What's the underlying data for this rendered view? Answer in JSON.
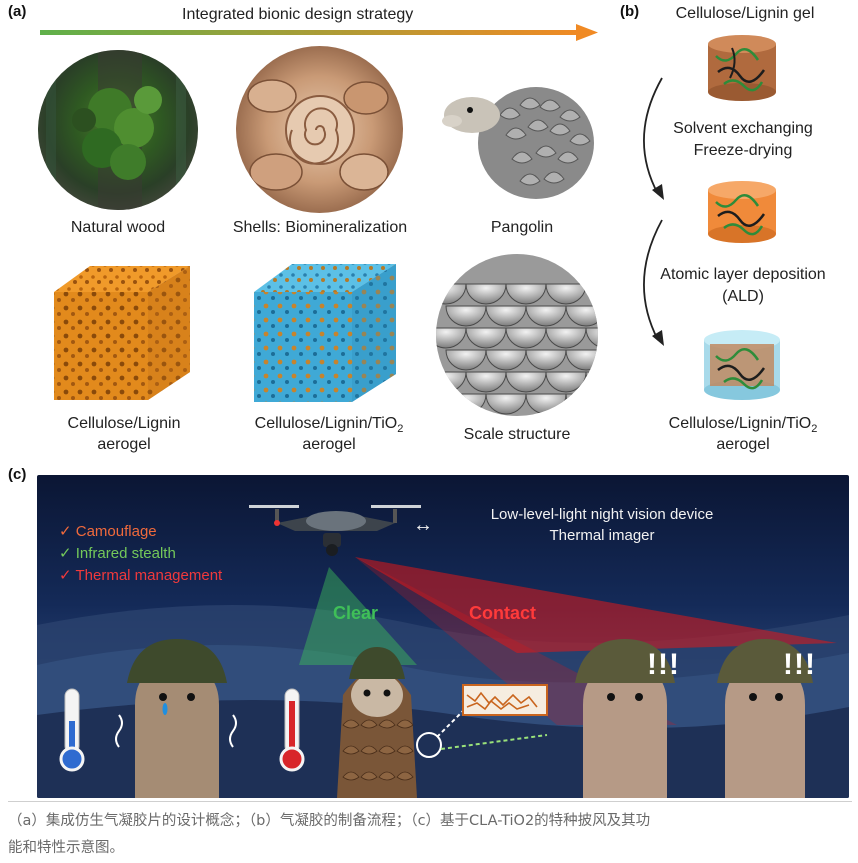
{
  "panel_a": {
    "label": "(a)",
    "arrow_title": "Integrated bionic design strategy",
    "items": [
      {
        "caption": "Natural wood"
      },
      {
        "caption": "Shells: Biomineralization"
      },
      {
        "caption": "Pangolin"
      },
      {
        "caption_line1": "Cellulose/Lignin",
        "caption_line2": "aerogel"
      },
      {
        "caption_line1": "Cellulose/Lignin/TiO",
        "sub": "2",
        "caption_line2": "aerogel"
      },
      {
        "caption": "Scale structure"
      }
    ],
    "arrow_colors": [
      "#5fb04a",
      "#f08a24"
    ]
  },
  "panel_b": {
    "label": "(b)",
    "step1": "Cellulose/Lignin gel",
    "process1_line1": "Solvent exchanging",
    "process1_line2": "Freeze-drying",
    "process2_line1": "Atomic layer deposition",
    "process2_line2": "(ALD)",
    "final_line1": "Cellulose/Lignin/TiO",
    "final_sub": "2",
    "final_line2": "aerogel"
  },
  "panel_c": {
    "label": "(c)",
    "checks": [
      {
        "mark": "✓",
        "text": "Camouflage",
        "color": "#f06a3c"
      },
      {
        "mark": "✓",
        "text": "Infrared stealth",
        "color": "#74c95a"
      },
      {
        "mark": "✓",
        "text": "Thermal management",
        "color": "#f0393c"
      }
    ],
    "device_line1": "Low-level-light night vision device",
    "device_line2": "Thermal imager",
    "double_arrow": "↔",
    "clear": "Clear",
    "contact": "Contact",
    "alert1": "!!!",
    "alert2": "!!!",
    "clear_color": "#3fbf58",
    "contact_color": "#ff2a2a"
  },
  "caption": {
    "line1": "（a）集成仿生气凝胶片的设计概念；（b）气凝胶的制备流程；（c）基于CLA-TiO2的特种披风及其功",
    "line2": "能和特性示意图。"
  }
}
